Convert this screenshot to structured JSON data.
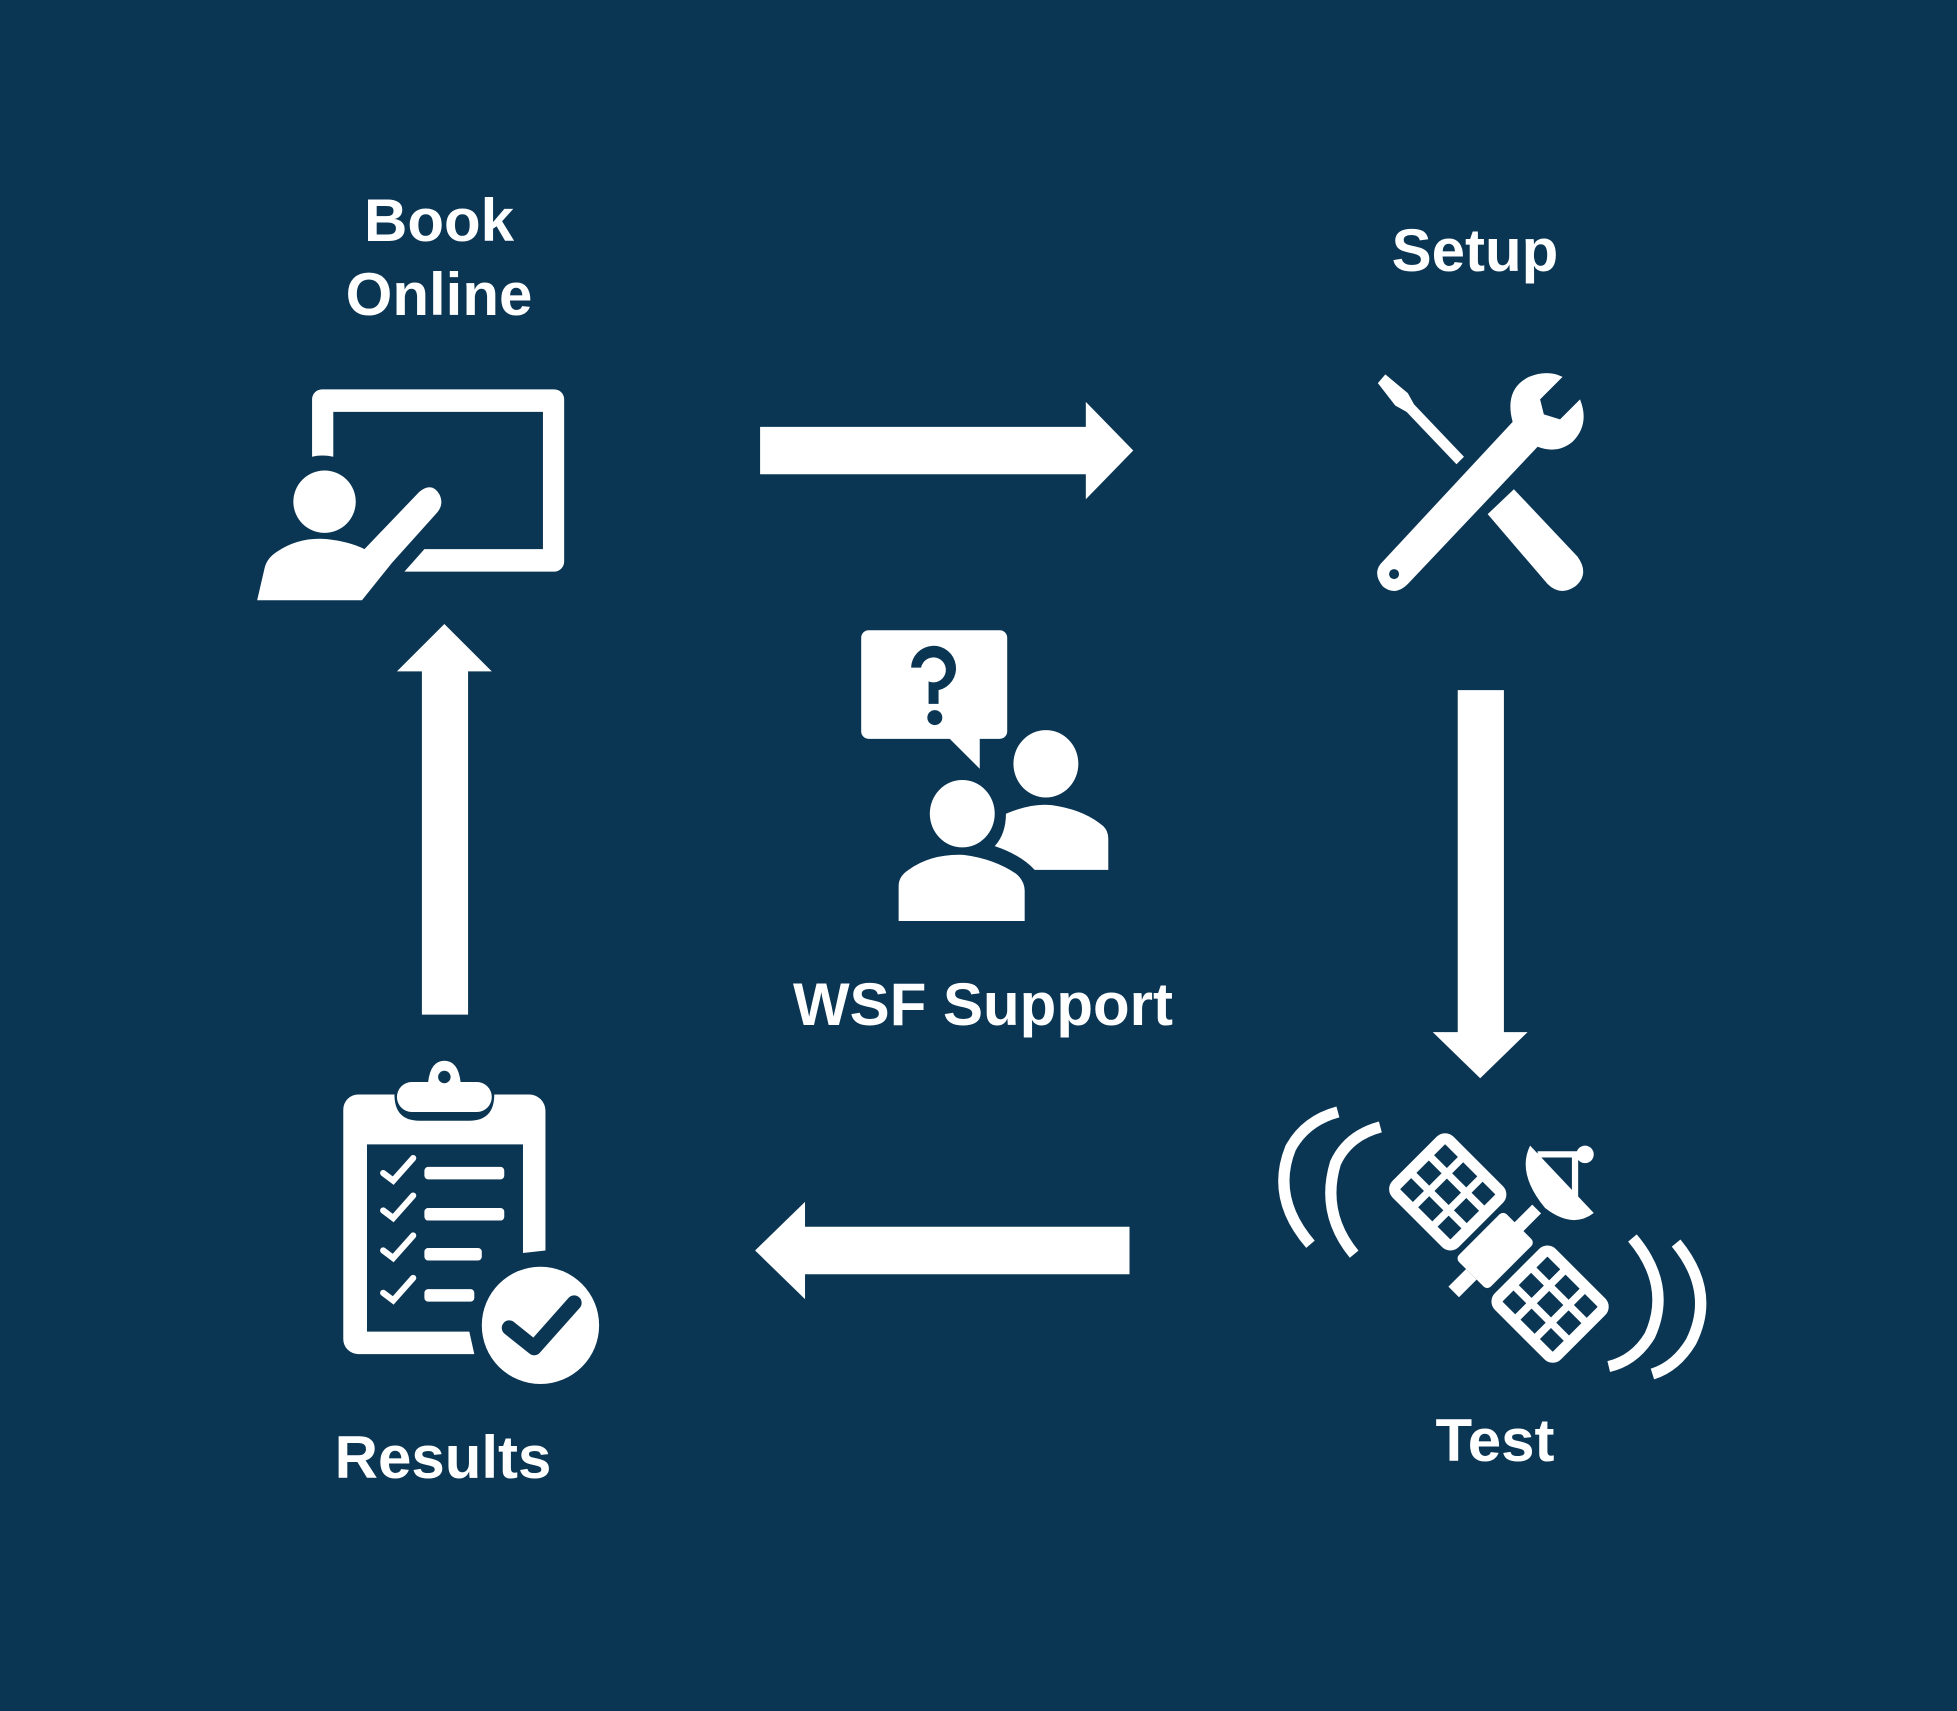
{
  "colors": {
    "background": "#0a3654",
    "foreground": "#ffffff"
  },
  "steps": {
    "book_online": {
      "label_line1": "Book",
      "label_line2": "Online",
      "icon": "presentation-icon"
    },
    "setup": {
      "label": "Setup",
      "icon": "tools-icon"
    },
    "test": {
      "label": "Test",
      "icon": "satellite-icon"
    },
    "results": {
      "label": "Results",
      "icon": "clipboard-check-icon"
    }
  },
  "center": {
    "label": "WSF Support",
    "icon": "support-people-icon"
  }
}
